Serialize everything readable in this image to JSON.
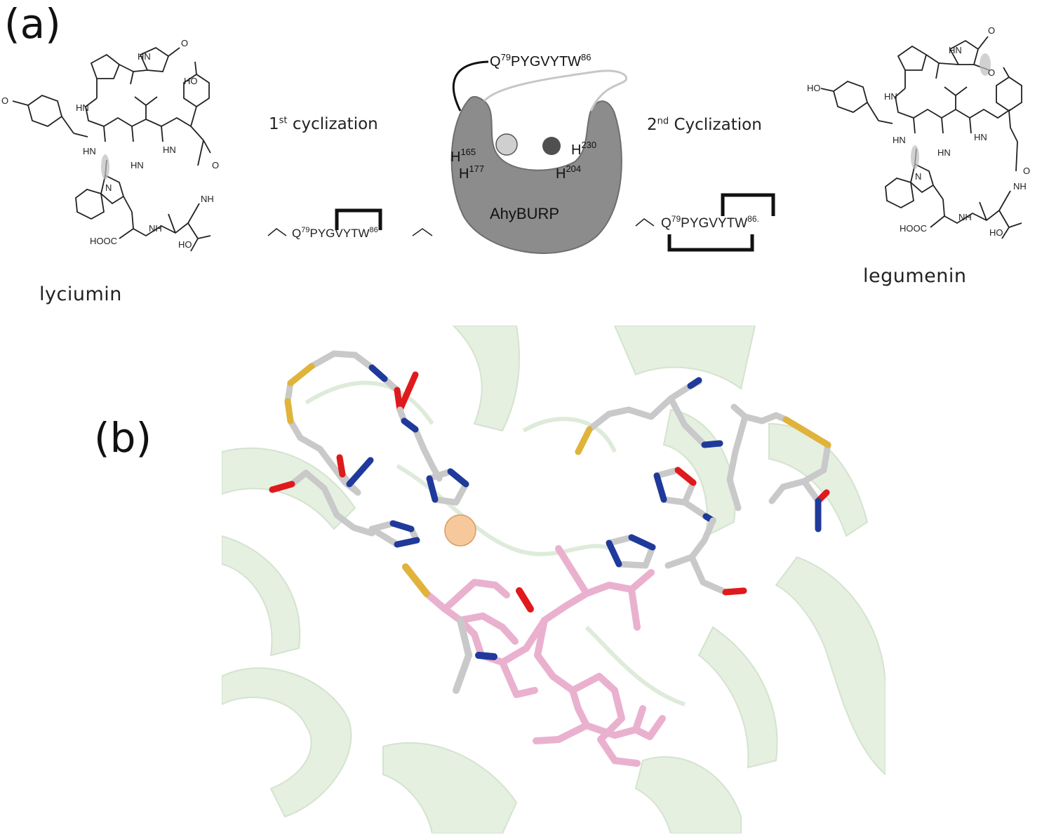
{
  "panel_a": {
    "label": "(a)",
    "left_molecule": {
      "name": "lyciumin",
      "atoms": {
        "hn": "HN",
        "o": "O",
        "ho": "HO",
        "nh": "NH",
        "n": "N",
        "hooc": "HOOC"
      }
    },
    "right_molecule": {
      "name": "legumenin",
      "atoms": {
        "hn": "HN",
        "o": "O",
        "ho": "HO",
        "nh": "NH",
        "n": "N",
        "hooc": "HOOC"
      }
    },
    "step1": {
      "ord": "1",
      "sup": "st",
      "text": " cyclization"
    },
    "step2": {
      "ord": "2",
      "sup": "nd",
      "text": " Cyclization"
    },
    "peptide_seq1": {
      "start": "Q",
      "start_num": "79",
      "mid": "PYGVYTW",
      "end_num": "86"
    },
    "peptide_seq2": {
      "start": "Q",
      "start_num": "79",
      "mid": "PYGVYTW",
      "end_num": "86."
    },
    "enzyme": {
      "name": "AhyBURP",
      "loop_seq": {
        "start": "Q",
        "start_num": "79",
        "mid": "PYGVYTW",
        "end_num": "86"
      },
      "residues": [
        {
          "h": "H",
          "num": "165"
        },
        {
          "h": "H",
          "num": "177"
        },
        {
          "h": "H",
          "num": "230"
        },
        {
          "h": "H",
          "num": "204"
        }
      ]
    }
  },
  "panel_b": {
    "label": "(b)"
  },
  "colors": {
    "carbon": "#c8c8c8",
    "nitrogen": "#1f3a9b",
    "oxygen": "#e0191c",
    "sulfur": "#e0b43a",
    "substrate": "#eab1cf",
    "metal": "#f6c89b",
    "cartoon": "#dfeedb",
    "enzyme_body": "#8c8c8c"
  }
}
